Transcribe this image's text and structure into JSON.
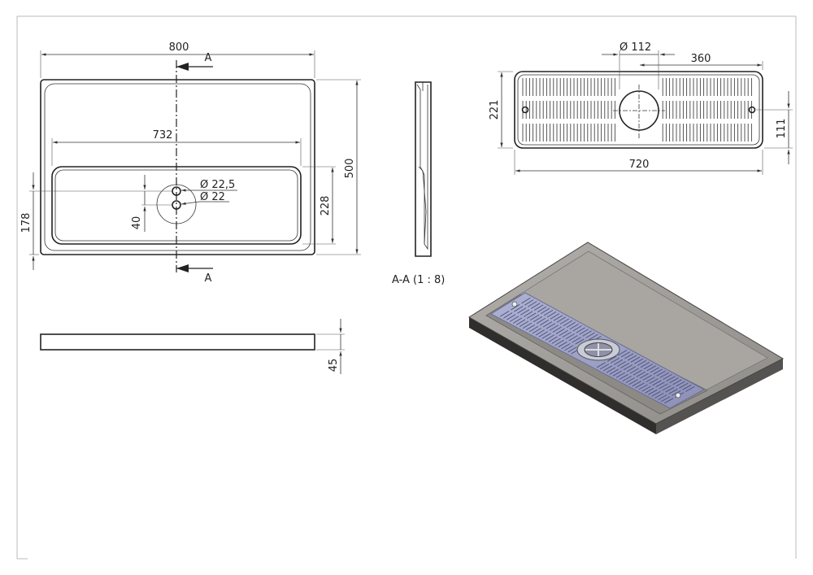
{
  "top_view": {
    "dim_width": "800",
    "dim_inner_width": "732",
    "dim_height": "500",
    "dim_recess_height": "228",
    "dim_drain_offset": "178",
    "dim_hole_spacing": "40",
    "dim_hole_large": "Ø 22,5",
    "dim_hole_small": "Ø 22",
    "section_letter_top": "A",
    "section_letter_bottom": "A"
  },
  "section_view": {
    "label": "A-A (1 : 8)"
  },
  "front_view": {
    "dim_thickness": "45"
  },
  "grate_view": {
    "dim_center_hole": "Ø 112",
    "dim_half_length": "360",
    "dim_height": "221",
    "dim_hole_height": "111",
    "dim_length": "720"
  },
  "colors": {
    "line": "#222222",
    "grate_fill": "#9da2c6",
    "tray_fill": "#a29f9b",
    "tray_side": "#3c3b3a"
  }
}
